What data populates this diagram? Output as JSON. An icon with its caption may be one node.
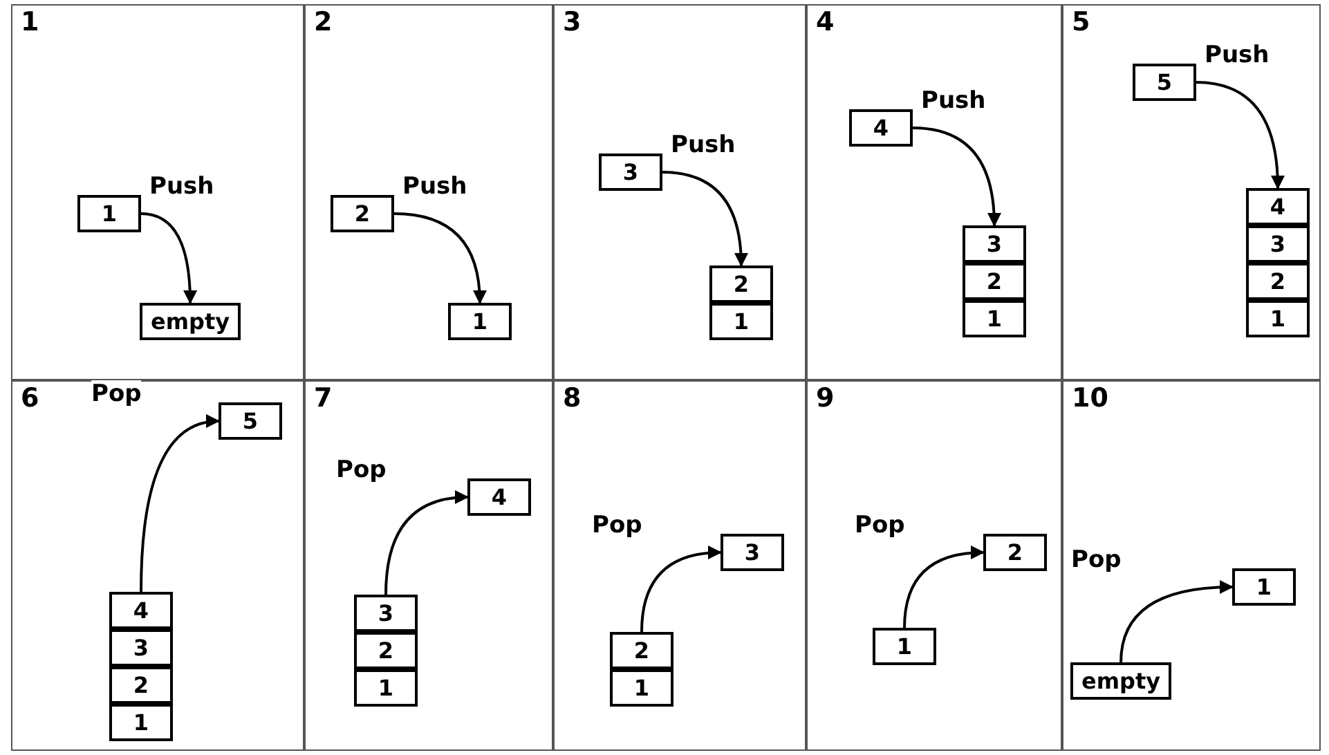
{
  "diagram": {
    "nodes": [
      {
        "text": [
          "1"
        ]
      },
      {
        "text": [
          "1"
        ],
        "in": 0
      },
      {
        "text": [
          "empty"
        ],
        "in": 0
      },
      {
        "text": [
          "2"
        ]
      },
      {
        "text": [
          "2"
        ],
        "in": 3
      },
      {
        "text": [
          "1"
        ],
        "in": 3
      },
      {
        "text": [
          "3"
        ]
      },
      {
        "text": [
          "3"
        ],
        "in": 6
      },
      {
        "text": [
          "2"
        ],
        "in": 6
      },
      {
        "text": [
          "1"
        ],
        "in": 6
      },
      {
        "text": [
          "4"
        ]
      },
      {
        "text": [
          "4"
        ],
        "in": 10
      },
      {
        "text": [
          "3"
        ],
        "in": 10
      },
      {
        "text": [
          "2"
        ],
        "in": 10
      },
      {
        "text": [
          "1"
        ],
        "in": 10
      },
      {
        "text": [
          "5"
        ]
      },
      {
        "text": [
          "5"
        ],
        "in": 15
      },
      {
        "text": [
          "4"
        ],
        "in": 15
      },
      {
        "text": [
          "3"
        ],
        "in": 15
      },
      {
        "text": [
          "2"
        ],
        "in": 15
      },
      {
        "text": [
          "1"
        ],
        "in": 15
      },
      {
        "text": [
          "6"
        ]
      },
      {
        "text": [
          "5"
        ],
        "in": 21
      },
      {
        "text": [
          "4"
        ],
        "in": 21
      },
      {
        "text": [
          "3"
        ],
        "in": 21
      },
      {
        "text": [
          "2"
        ],
        "in": 21
      },
      {
        "text": [
          "1"
        ],
        "in": 21
      },
      {
        "text": [
          "7"
        ]
      },
      {
        "text": [
          "4"
        ],
        "in": 27
      },
      {
        "text": [
          "3"
        ],
        "in": 27
      },
      {
        "text": [
          "2"
        ],
        "in": 27
      },
      {
        "text": [
          "1"
        ],
        "in": 27
      },
      {
        "text": [
          "8"
        ]
      },
      {
        "text": [
          "3"
        ],
        "in": 32
      },
      {
        "text": [
          "2"
        ],
        "in": 32
      },
      {
        "text": [
          "1"
        ],
        "in": 32
      },
      {
        "text": [
          "9"
        ]
      },
      {
        "text": [
          "2"
        ],
        "in": 36
      },
      {
        "text": [
          "1"
        ],
        "in": 36
      },
      {
        "text": [
          "10"
        ]
      },
      {
        "text": [
          "1"
        ],
        "in": 39
      },
      {
        "text": [
          "empty"
        ],
        "in": 39
      }
    ],
    "edges": [
      {
        "from": 1,
        "to": 2,
        "arrow": "to",
        "label": "Push"
      },
      {
        "from": 4,
        "to": 5,
        "arrow": "to",
        "label": "Push"
      },
      {
        "from": 7,
        "to": 8,
        "arrow": "to",
        "label": "Push"
      },
      {
        "from": 11,
        "to": 12,
        "arrow": "to",
        "label": "Push"
      },
      {
        "from": 16,
        "to": 17,
        "arrow": "to",
        "label": "Push"
      },
      {
        "from": 23,
        "to": 22,
        "arrow": "to",
        "label": "Pop"
      },
      {
        "from": 29,
        "to": 28,
        "arrow": "to",
        "label": "Pop"
      },
      {
        "from": 34,
        "to": 33,
        "arrow": "to",
        "label": "Pop"
      },
      {
        "from": 38,
        "to": 37,
        "arrow": "to",
        "label": "Pop"
      },
      {
        "from": 41,
        "to": 40,
        "arrow": "to",
        "label": "Pop"
      }
    ]
  }
}
